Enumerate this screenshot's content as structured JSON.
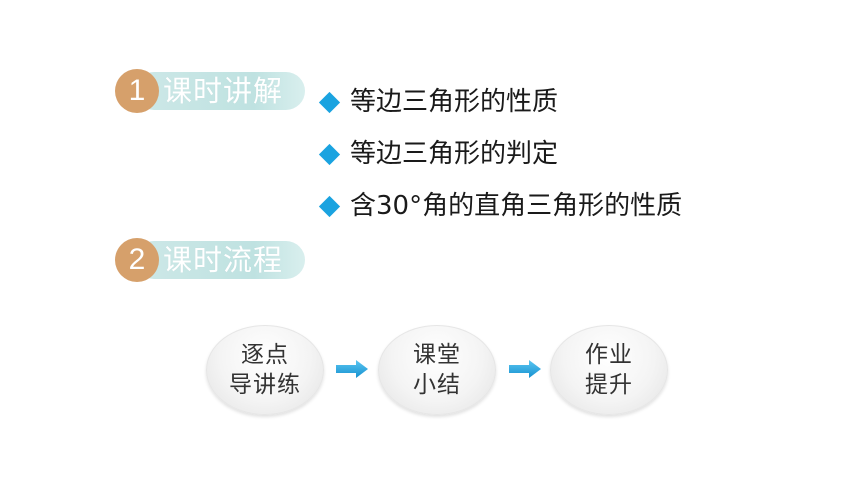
{
  "sections": [
    {
      "number": "1",
      "title": "课时讲解"
    },
    {
      "number": "2",
      "title": "课时流程"
    }
  ],
  "bullets": [
    "等边三角形的性质",
    "等边三角形的判定",
    "含30°角的直角三角形的性质"
  ],
  "flow": [
    {
      "line1": "逐点",
      "line2": "导讲练"
    },
    {
      "line1": "课堂",
      "line2": "小结"
    },
    {
      "line1": "作业",
      "line2": "提升"
    }
  ],
  "colors": {
    "number_circle": "#d6a06b",
    "pill": "#bfe2e1",
    "bullet_diamond": "#1aa3e0",
    "arrow": "#1aa3e0"
  },
  "icons": {
    "bullet": "diamond-bullet-icon",
    "arrow": "right-arrow-icon"
  }
}
